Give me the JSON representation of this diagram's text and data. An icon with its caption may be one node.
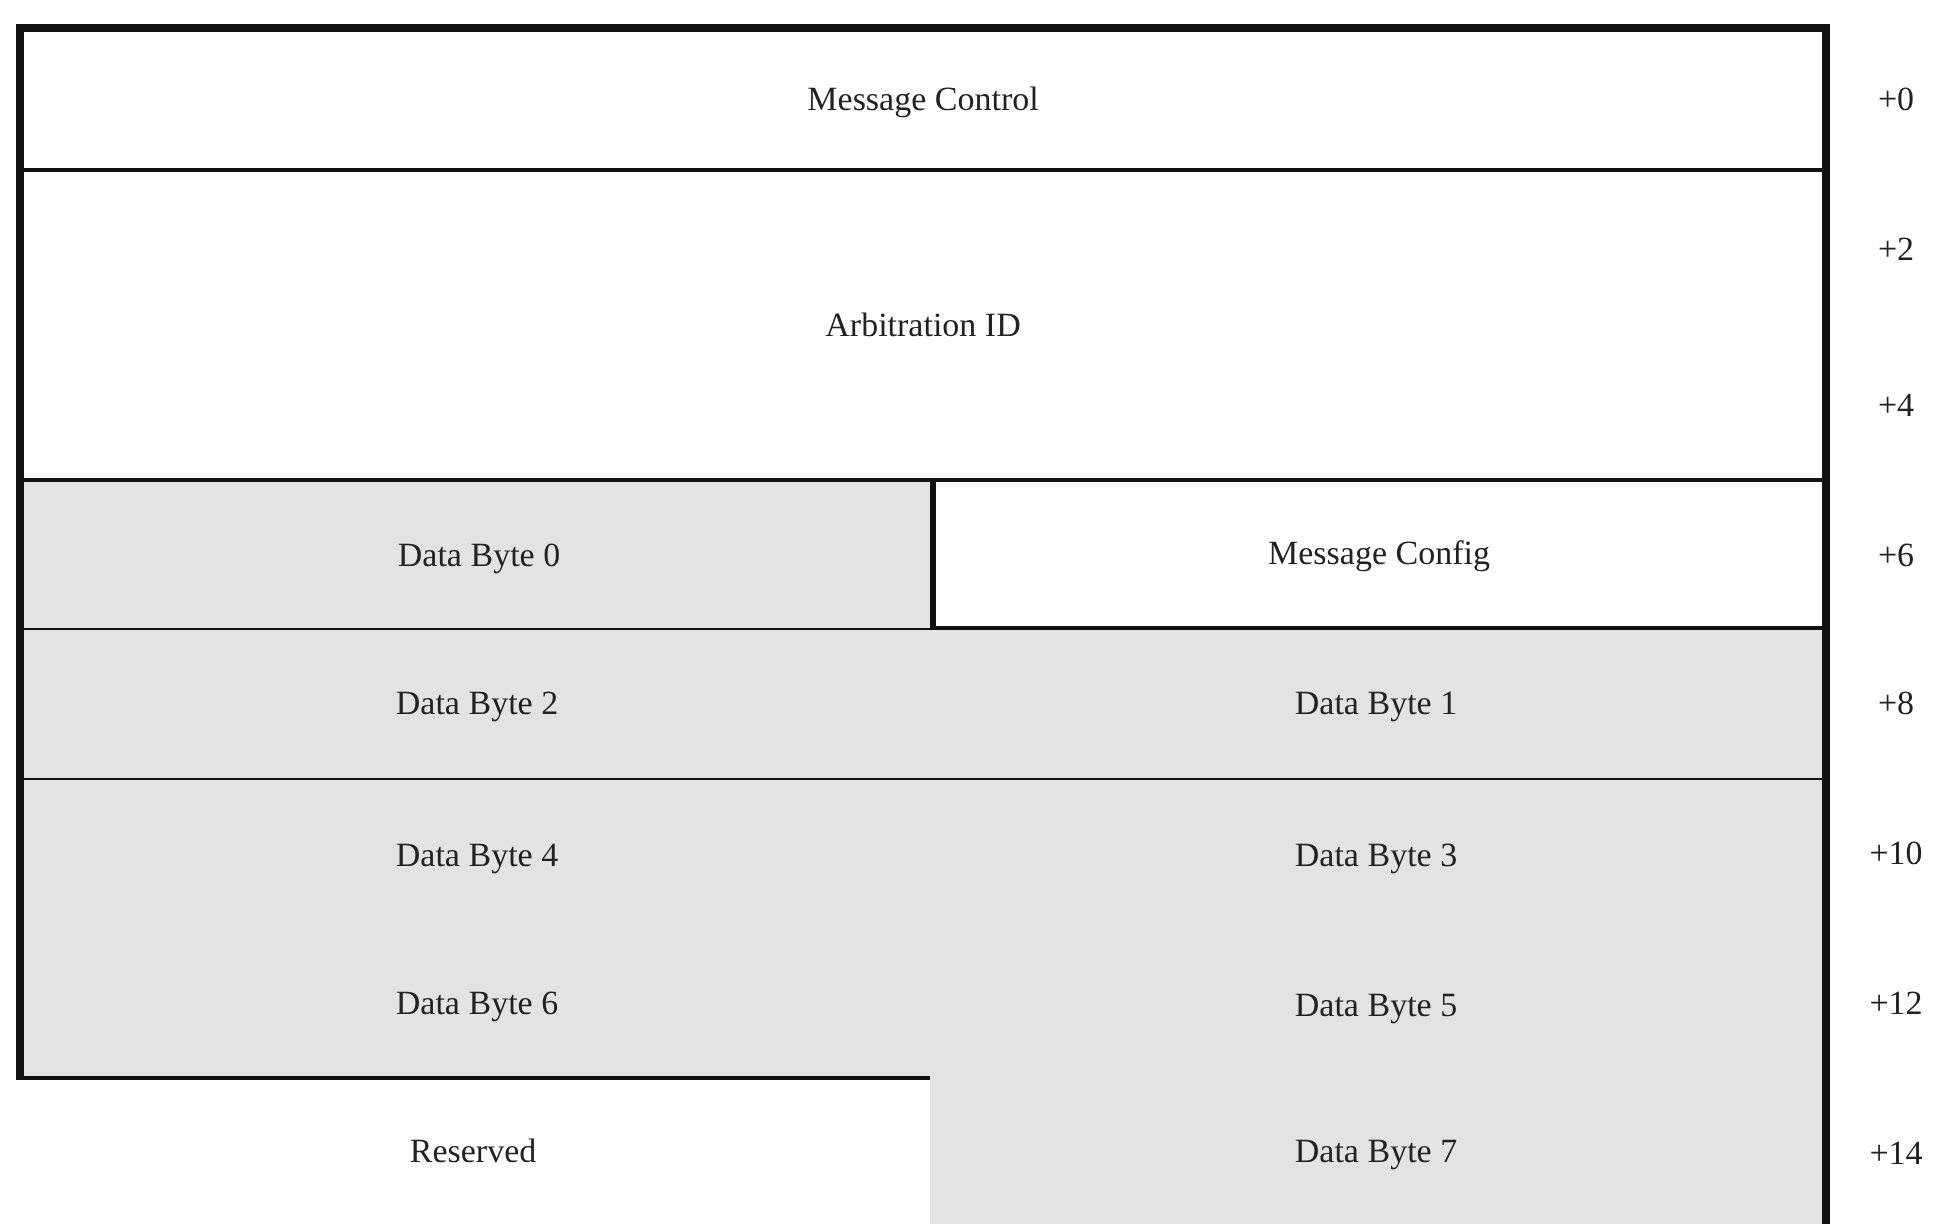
{
  "diagram": {
    "nodes": [
      {
        "text": [
          "Message Control"
        ]
      },
      {
        "text": [
          "Arbitration ID"
        ]
      },
      {
        "text": [
          "Data Byte 0"
        ]
      },
      {
        "text": [
          "Message Config"
        ]
      },
      {
        "text": [
          "Data Byte 2"
        ]
      },
      {
        "text": [
          "Data Byte 1"
        ]
      },
      {
        "text": [
          "Data Byte 4"
        ]
      },
      {
        "text": [
          "Data Byte 3"
        ]
      },
      {
        "text": [
          "Data Byte 6"
        ]
      },
      {
        "text": [
          "Data Byte 5"
        ]
      },
      {
        "text": [
          "Reserved"
        ]
      },
      {
        "text": [
          "Data Byte 7"
        ]
      }
    ],
    "edges": [],
    "labels": [
      "+0",
      "+2",
      "+4",
      "+6",
      "+8",
      "+10",
      "+12",
      "+14"
    ]
  }
}
